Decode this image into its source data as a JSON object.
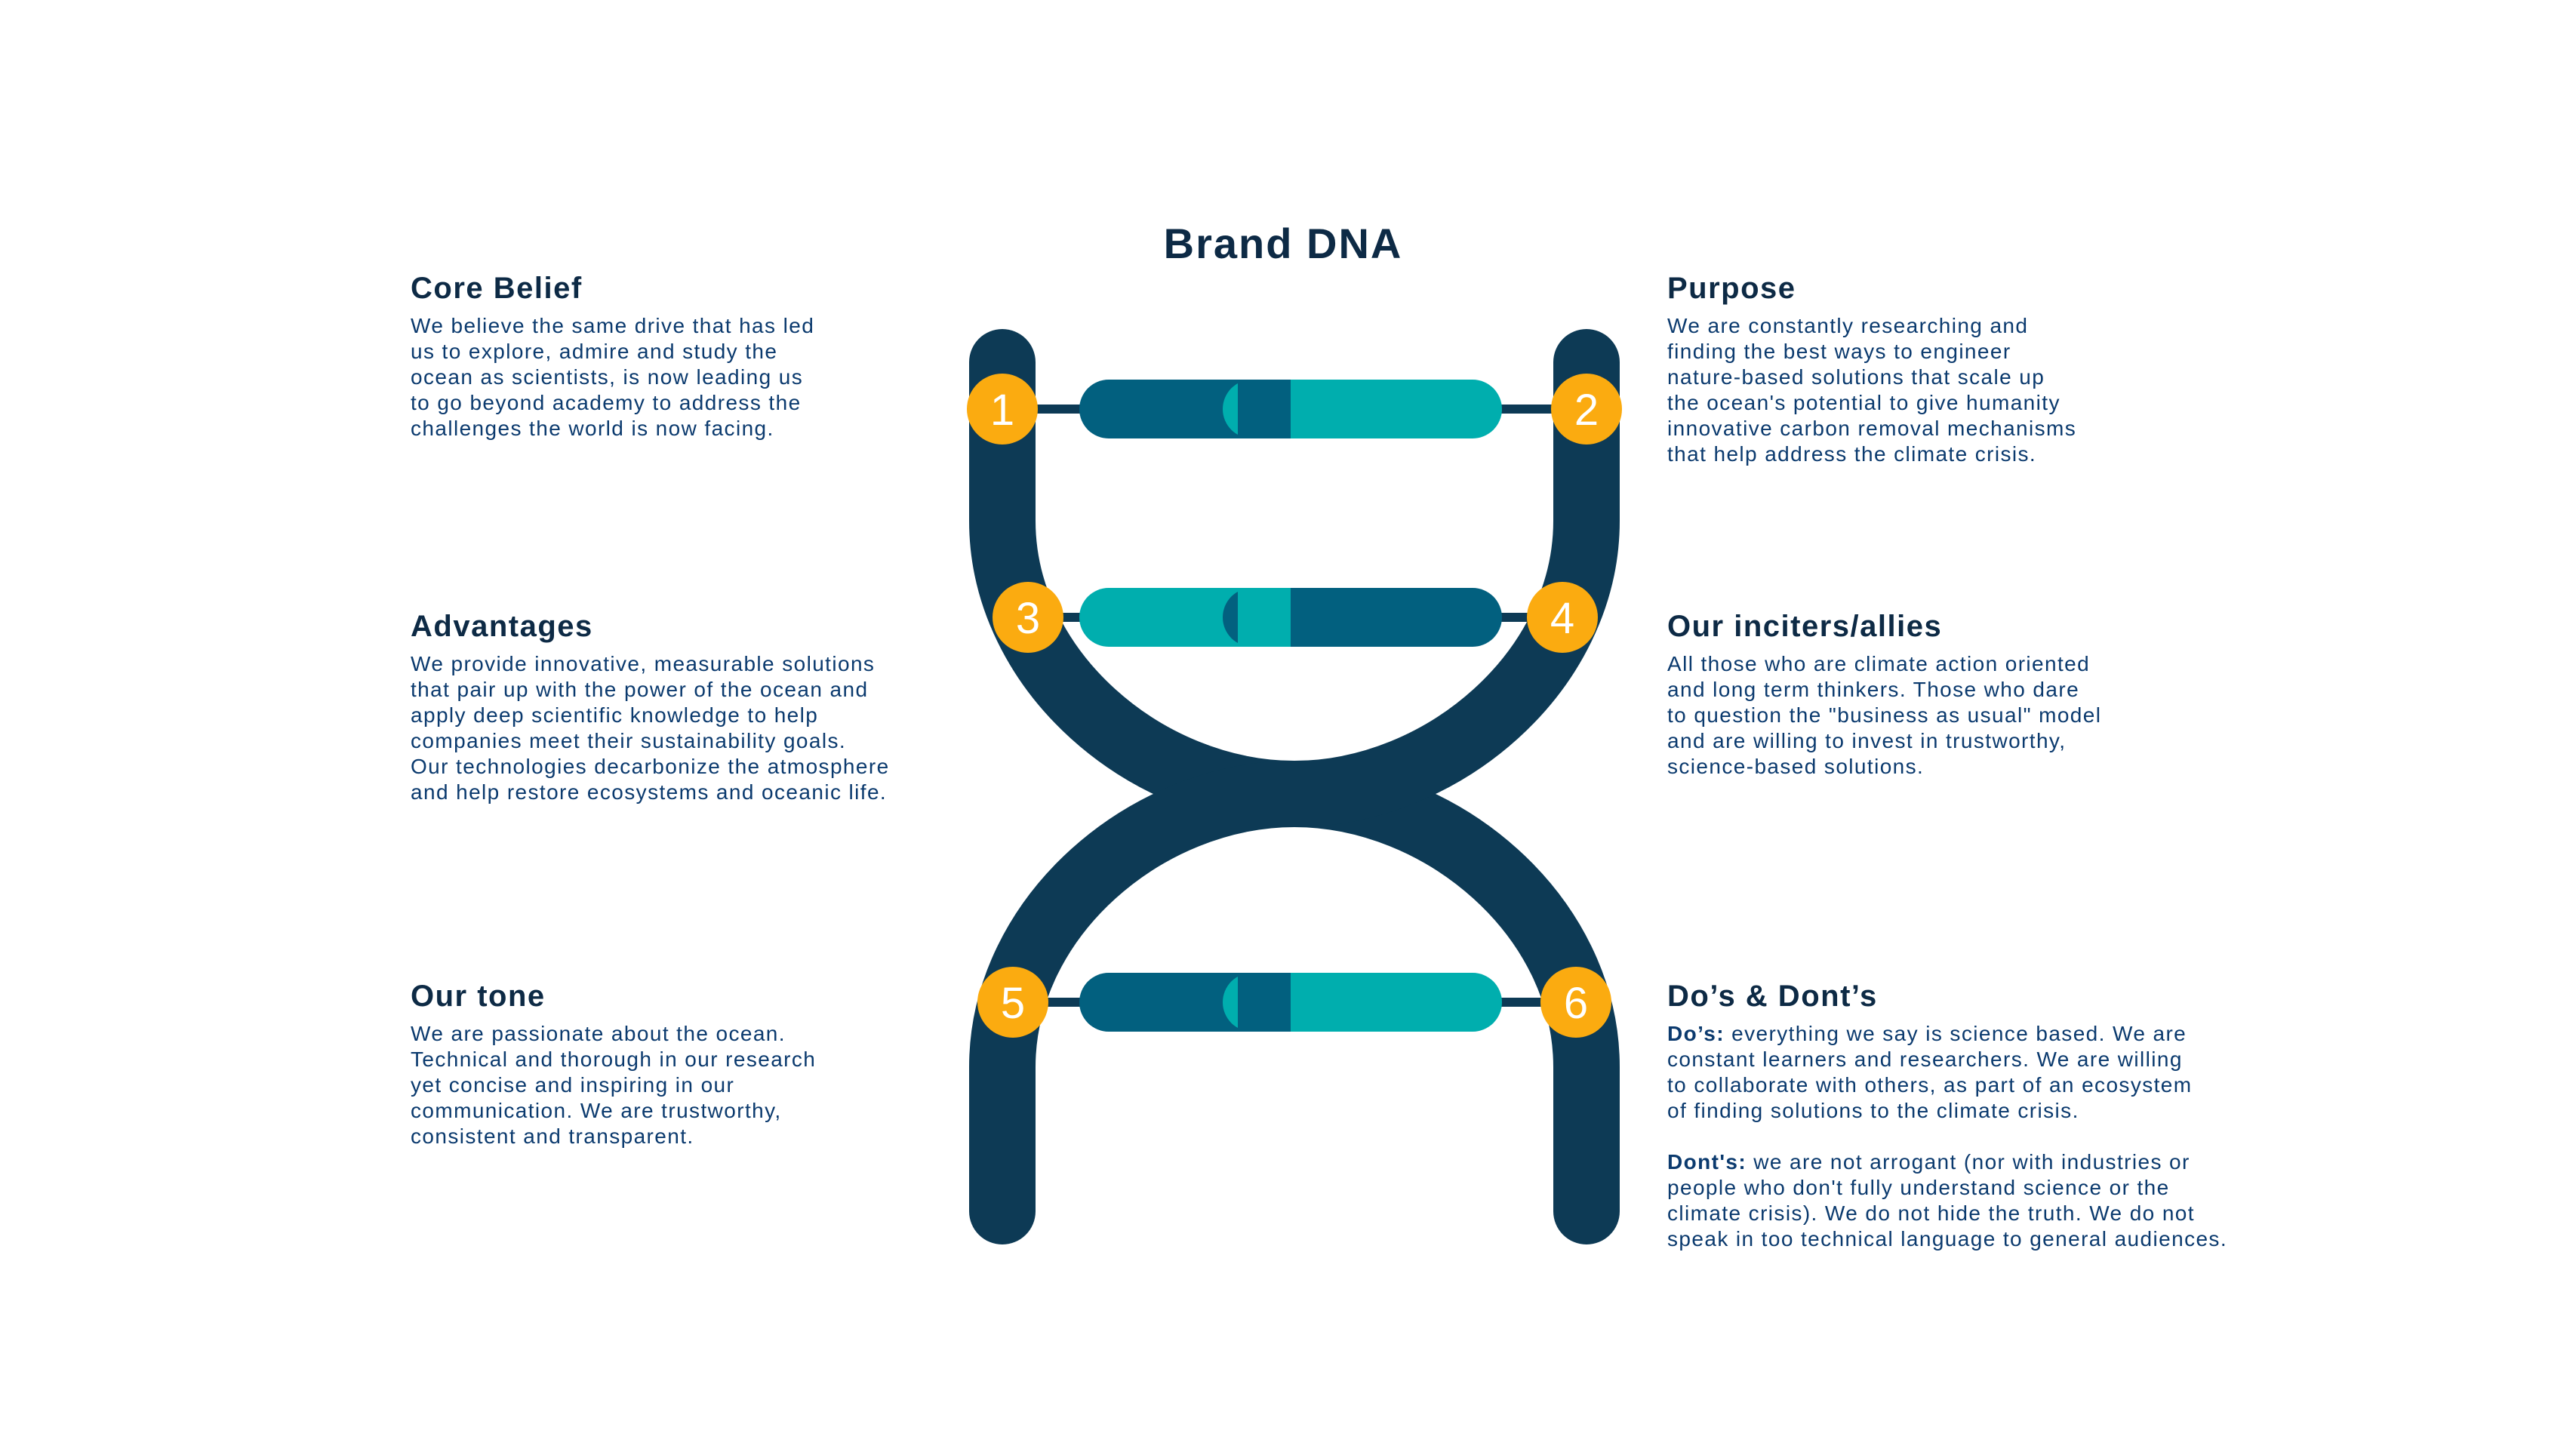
{
  "title": "Brand DNA",
  "colors": {
    "backbone": "#0d3a55",
    "bar_dark": "#02607f",
    "bar_teal": "#00aeae",
    "badge": "#fbab10",
    "heading": "#0d2a45",
    "body_text": "#0b3a6e"
  },
  "badges": [
    "1",
    "2",
    "3",
    "4",
    "5",
    "6"
  ],
  "sections": {
    "core_belief": {
      "heading": "Core Belief",
      "body": "We believe the same drive that has led\nus to explore, admire and study the\nocean as scientists, is now leading us\nto go beyond academy to address the\nchallenges the world is now facing."
    },
    "purpose": {
      "heading": "Purpose",
      "body": "We are constantly researching and\nfinding the best ways to engineer\nnature-based solutions that scale up\nthe ocean's potential to give humanity\ninnovative carbon removal mechanisms\nthat help address the climate crisis."
    },
    "advantages": {
      "heading": "Advantages",
      "body": "We provide innovative, measurable solutions\nthat pair up with the power of the ocean and\napply deep scientific knowledge to help\ncompanies meet their sustainability goals.\nOur technologies decarbonize the atmosphere\nand help restore ecosystems and oceanic life."
    },
    "inciters": {
      "heading": "Our inciters/allies",
      "body": "All those who are climate action oriented\nand long term thinkers. Those who dare\nto question the \"business as usual\" model\nand are willing to invest in trustworthy,\nscience-based solutions."
    },
    "tone": {
      "heading": "Our tone",
      "body": "We are passionate about the ocean.\nTechnical and thorough in our research\nyet concise and inspiring in our\ncommunication. We are trustworthy,\nconsistent and transparent."
    },
    "dos_donts": {
      "heading": "Do’s & Dont’s",
      "dos_label": "Do’s:",
      "dos_body": " everything we say is science based. We are\nconstant learners and researchers. We are willing\nto collaborate with others, as part of an ecosystem\nof finding solutions to the climate crisis.",
      "donts_label": "Dont's:",
      "donts_body": " we are not arrogant (nor with industries or\npeople who don't fully understand science or the\nclimate crisis). We do not hide the truth. We do not\nspeak in too technical language to general audiences."
    }
  }
}
